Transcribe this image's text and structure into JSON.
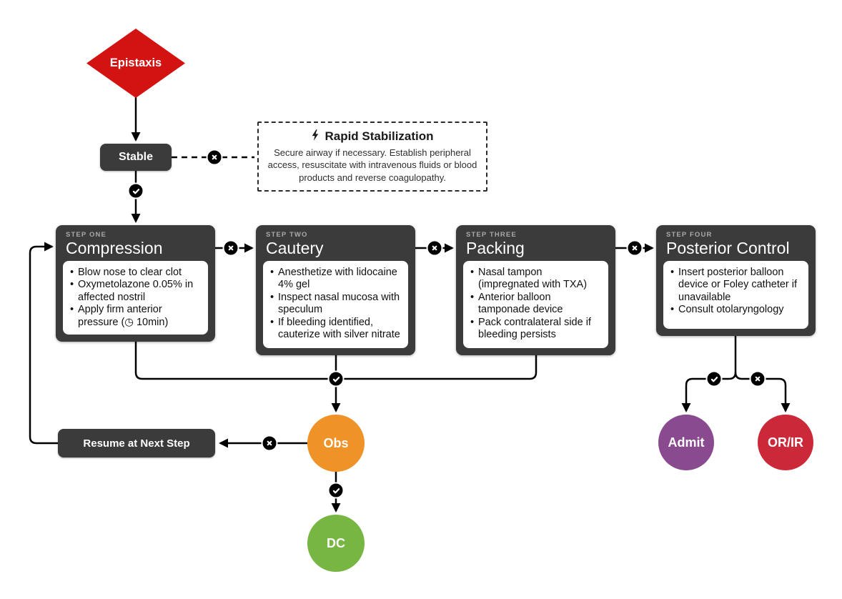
{
  "diagram": {
    "start": {
      "label": "Epistaxis"
    },
    "stable": {
      "label": "Stable"
    },
    "rapid_stabilization": {
      "title": "Rapid Stabilization",
      "icon": "lightning-bolt",
      "body": "Secure airway if necessary. Establish peripheral access, resuscitate with intravenous fluids or blood products and reverse coagulopathy."
    },
    "steps": [
      {
        "step_label": "STEP ONE",
        "title": "Compression",
        "bullets": [
          "Blow nose to clear clot",
          "Oxymetolazone 0.05% in affected nostril",
          "Apply firm anterior pressure (◷ 10min)"
        ]
      },
      {
        "step_label": "STEP TWO",
        "title": "Cautery",
        "bullets": [
          "Anesthetize with lidocaine 4% gel",
          "Inspect nasal mucosa with speculum",
          "If bleeding identified, cauterize with silver nitrate"
        ]
      },
      {
        "step_label": "STEP THREE",
        "title": "Packing",
        "bullets": [
          "Nasal tampon (impregnated with TXA)",
          "Anterior balloon tamponade device",
          "Pack contralateral side if bleeding persists"
        ]
      },
      {
        "step_label": "STEP FOUR",
        "title": "Posterior Control",
        "bullets": [
          "Insert posterior balloon device or Foley catheter if unavailable",
          "Consult otolaryngology"
        ]
      }
    ],
    "resume": {
      "label": "Resume at Next Step"
    },
    "outcomes": {
      "obs": {
        "label": "Obs",
        "color": "#ef9227"
      },
      "dc": {
        "label": "DC",
        "color": "#77b643"
      },
      "admit": {
        "label": "Admit",
        "color": "#8a4a8f"
      },
      "or_ir": {
        "label": "OR/IR",
        "color": "#cb2939"
      }
    },
    "colors": {
      "start_red": "#d31212",
      "node_dark": "#3b3b3b",
      "line_black": "#000000",
      "step_label_gray": "#a9a9a9"
    },
    "edge_markers": {
      "yes": "check-badge",
      "no": "cross-badge"
    }
  }
}
